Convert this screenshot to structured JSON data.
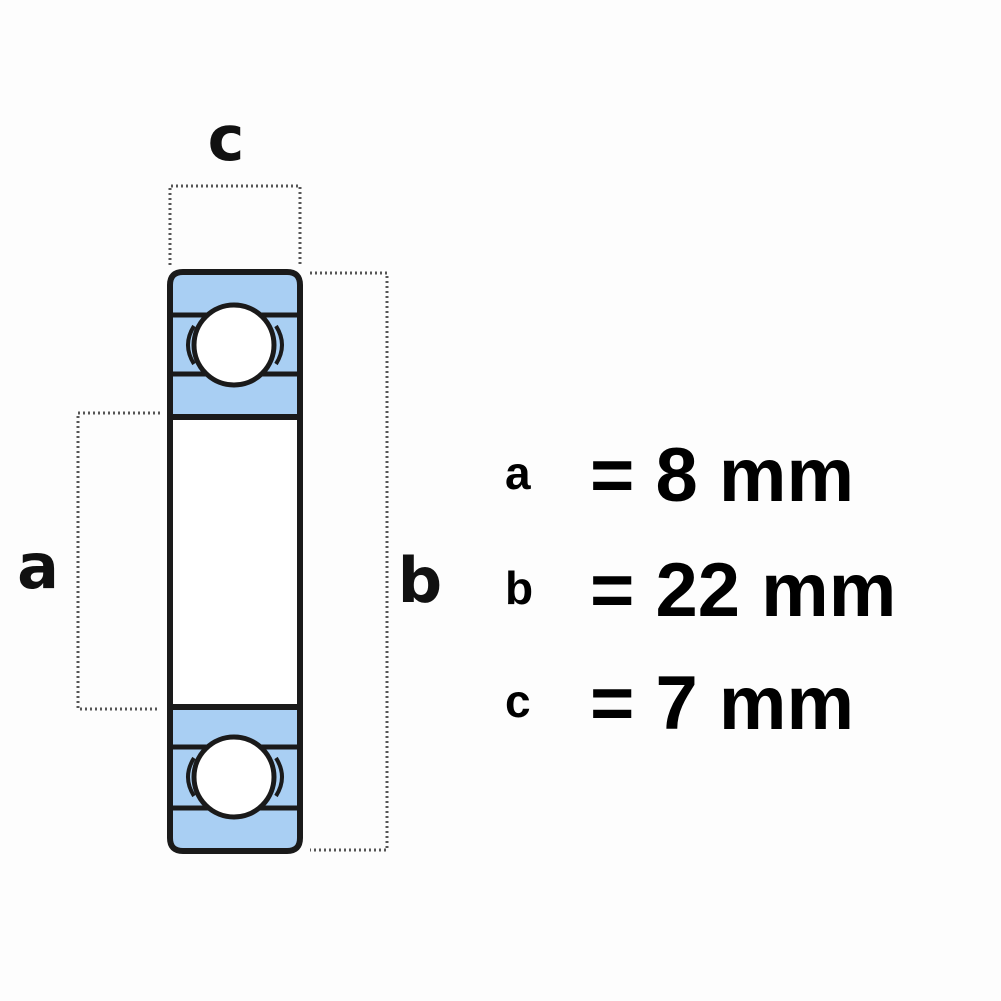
{
  "diagram": {
    "colors": {
      "ring_fill": "#a9cff3",
      "outline": "#1a1a1a",
      "ball_fill": "#ffffff",
      "dimension_line": "#555555"
    },
    "labels": {
      "width_label": "c",
      "inner_label": "a",
      "outer_label": "b"
    }
  },
  "specs": [
    {
      "key": "a",
      "value": "= 8 mm"
    },
    {
      "key": "b",
      "value": "= 22 mm"
    },
    {
      "key": "c",
      "value": "= 7 mm"
    }
  ]
}
